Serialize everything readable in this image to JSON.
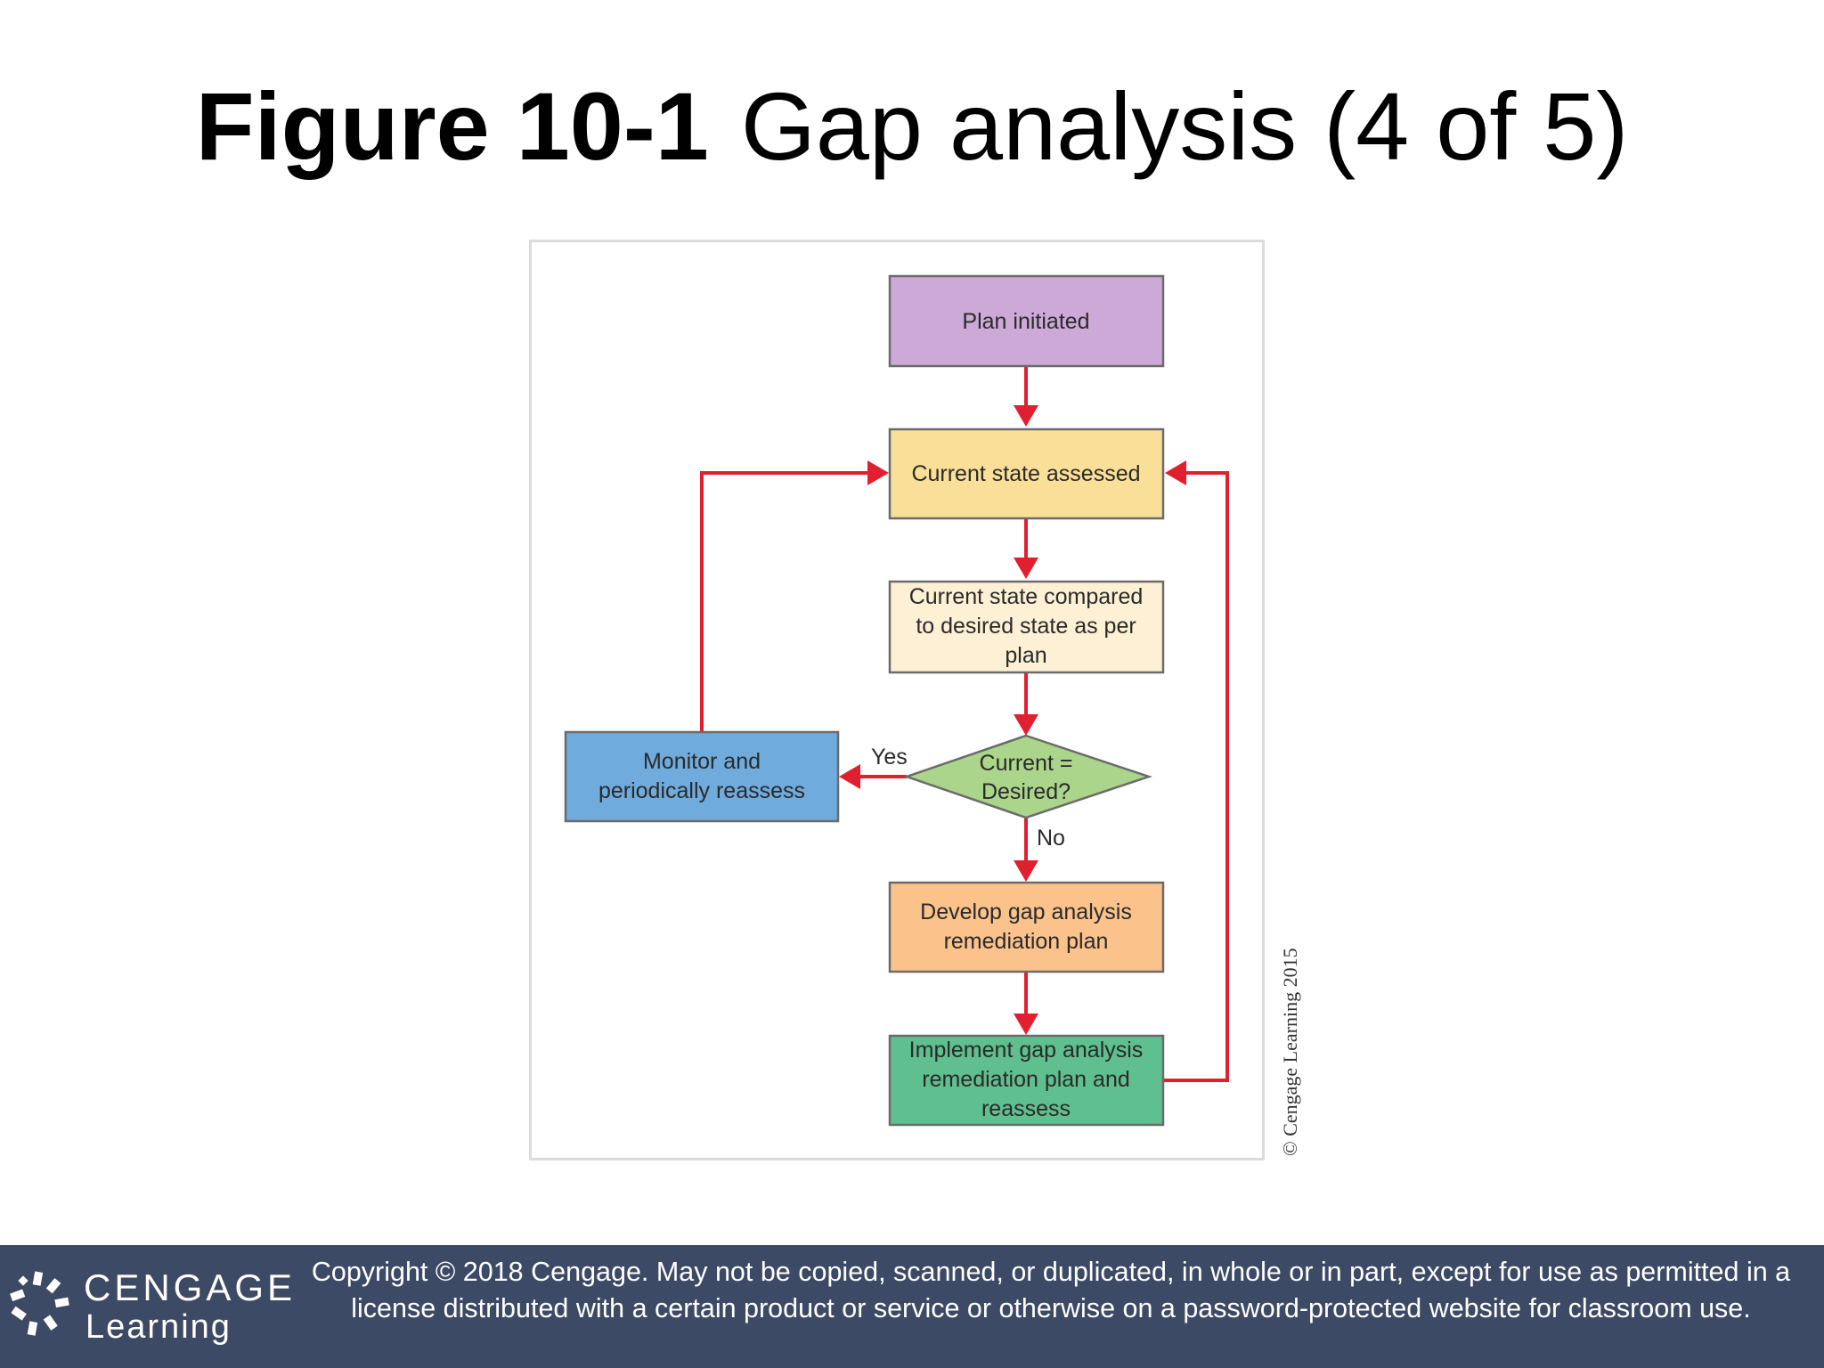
{
  "slide": {
    "figure_number": "Figure 10-1",
    "figure_title": "Gap analysis (4 of 5)"
  },
  "diagram": {
    "nodes": {
      "plan_initiated": "Plan initiated",
      "current_state_assessed": "Current state assessed",
      "compared_line1": "Current state compared",
      "compared_line2": "to desired state as per",
      "compared_line3": "plan",
      "decision_line1": "Current =",
      "decision_line2": "Desired?",
      "monitor_line1": "Monitor and",
      "monitor_line2": "periodically reassess",
      "develop_line1": "Develop gap analysis",
      "develop_line2": "remediation plan",
      "implement_line1": "Implement gap analysis",
      "implement_line2": "remediation plan and",
      "implement_line3": "reassess"
    },
    "edges": {
      "yes_label": "Yes",
      "no_label": "No"
    },
    "credit": "© Cengage Learning 2015",
    "colors": {
      "plan_initiated": "#cda9d8",
      "current_state_assessed": "#fadf98",
      "compared": "#fdf0d4",
      "decision": "#aad58a",
      "monitor": "#6fabdc",
      "develop": "#fbc28b",
      "implement": "#5fbf8e",
      "arrow": "#e0202e"
    }
  },
  "footer": {
    "logo_word1": "CENGAGE",
    "logo_word2": "Learning",
    "copyright": "Copyright © 2018 Cengage. May not be copied, scanned, or duplicated, in whole or in part, except for use as permitted in a license distributed with a certain product or service or otherwise on a password-protected website for classroom use."
  }
}
